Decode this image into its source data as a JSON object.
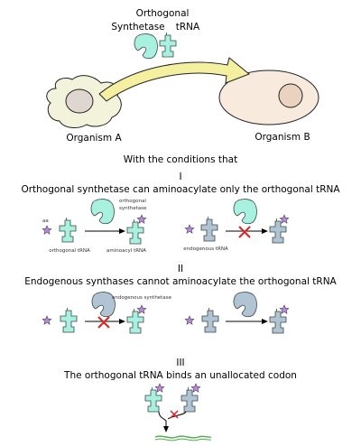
{
  "top": {
    "orthogonal": "Orthogonal",
    "synthetase": "Synthetase",
    "trna": "tRNA",
    "organism_a": "Organism A",
    "organism_b": "Organism B"
  },
  "conditions_heading": "With the conditions that",
  "condition_1": {
    "numeral": "I",
    "text": "Orthogonal synthetase can aminoacylate only the orthogonal tRNA",
    "aa": "aa",
    "orthogonal": "orthogonal",
    "synthetase": "synthetase",
    "orthogonal_trna": "orthogonal tRNA",
    "aminoacyl_trna": "aminoacyl tRNA",
    "endogenous_trna": "endogenous tRNA"
  },
  "condition_2": {
    "numeral": "II",
    "text": "Endogenous synthases cannot aminoacylate the orthogonal tRNA",
    "endogenous_synthetase": "endogenous synthetase"
  },
  "condition_3": {
    "numeral": "III",
    "text": "The orthogonal tRNA binds an unallocated codon"
  },
  "colors": {
    "orthogonal": "#a8f0df",
    "endogenous": "#b0c4d4",
    "amino_acid": "#b48ad8",
    "cross": "#e02020",
    "arrow_fill": "#f5f0a0",
    "organism_a": "#f3f3dc",
    "organism_b": "#f8eadc",
    "nucleus": "#dfd6d0",
    "nucleus_b": "#ead2c0",
    "mrna": "#4fae4f"
  }
}
